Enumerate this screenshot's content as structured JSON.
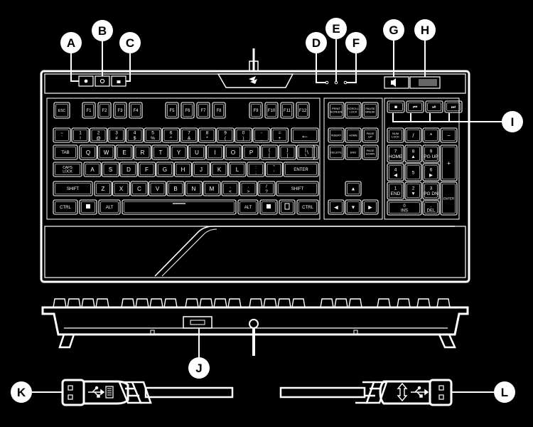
{
  "callouts": [
    "A",
    "B",
    "C",
    "D",
    "E",
    "F",
    "G",
    "H",
    "I",
    "J",
    "K",
    "L"
  ],
  "keys": {
    "esc": "ESC",
    "function_row": [
      "F1",
      "F2",
      "F3",
      "F4",
      "F5",
      "F6",
      "F7",
      "F8",
      "F9",
      "F10",
      "F11",
      "F12"
    ],
    "nav_top": [
      "PRINT SCREEN",
      "SCROLL LOCK",
      "PAUSE BREAK"
    ],
    "number_row": [
      {
        "main": "1",
        "shift": "!"
      },
      {
        "main": "2",
        "shift": "@"
      },
      {
        "main": "3",
        "shift": "#"
      },
      {
        "main": "4",
        "shift": "$"
      },
      {
        "main": "5",
        "shift": "%"
      },
      {
        "main": "6",
        "shift": "^"
      },
      {
        "main": "7",
        "shift": "&"
      },
      {
        "main": "8",
        "shift": "*"
      },
      {
        "main": "9",
        "shift": "("
      },
      {
        "main": "0",
        "shift": ")"
      },
      {
        "main": "-",
        "shift": "_"
      },
      {
        "main": "=",
        "shift": "+"
      }
    ],
    "backtick": {
      "main": "`",
      "shift": "~"
    },
    "backspace": "←",
    "tab": "TAB",
    "qwerty_row": [
      "Q",
      "W",
      "E",
      "R",
      "T",
      "Y",
      "U",
      "I",
      "O",
      "P"
    ],
    "brackets": [
      {
        "main": "[",
        "shift": "{"
      },
      {
        "main": "]",
        "shift": "}"
      },
      {
        "main": "\\",
        "shift": "|"
      }
    ],
    "caps": "CAPS LOCK",
    "home_row": [
      "A",
      "S",
      "D",
      "F",
      "G",
      "H",
      "J",
      "K",
      "L"
    ],
    "home_punct": [
      {
        "main": ";",
        "shift": ":"
      },
      {
        "main": "'",
        "shift": "\""
      }
    ],
    "enter": "ENTER",
    "shift": "SHIFT",
    "bottom_row": [
      "Z",
      "X",
      "C",
      "V",
      "B",
      "N",
      "M"
    ],
    "bottom_punct": [
      {
        "main": ",",
        "shift": "<"
      },
      {
        "main": ".",
        "shift": ">"
      },
      {
        "main": "/",
        "shift": "?"
      }
    ],
    "ctrl": "CTRL",
    "alt": "ALT",
    "nav_cluster_top": [
      "INSERT",
      "HOME",
      "PAGE UP"
    ],
    "nav_cluster_bottom": [
      "DELETE",
      "END",
      "PAGE DOWN"
    ],
    "arrows": [
      "▲",
      "◀",
      "▼",
      "▶"
    ],
    "numpad_top": [
      "NUM LOCK",
      "/",
      "*",
      "−"
    ],
    "numpad_rows": [
      [
        {
          "main": "7",
          "sub": "HOME"
        },
        {
          "main": "8",
          "sub": "▲"
        },
        {
          "main": "9",
          "sub": "PG UP"
        }
      ],
      [
        {
          "main": "4",
          "sub": "◀"
        },
        {
          "main": "5",
          "sub": ""
        },
        {
          "main": "6",
          "sub": "▶"
        }
      ],
      [
        {
          "main": "1",
          "sub": "END"
        },
        {
          "main": "2",
          "sub": "▼"
        },
        {
          "main": "3",
          "sub": "PG DN"
        }
      ]
    ],
    "numpad_plus": "+",
    "numpad_enter": "ENTER",
    "numpad_zero": {
      "main": "0",
      "sub": "INS"
    },
    "numpad_dot": {
      "main": ".",
      "sub": "DEL"
    },
    "media": [
      "■",
      "⏮",
      "⏯",
      "⏭"
    ],
    "mute": "🔈"
  },
  "colors": {
    "background": "#000000",
    "line": "#ffffff",
    "callout_fill": "#ffffff",
    "callout_text": "#000000"
  }
}
